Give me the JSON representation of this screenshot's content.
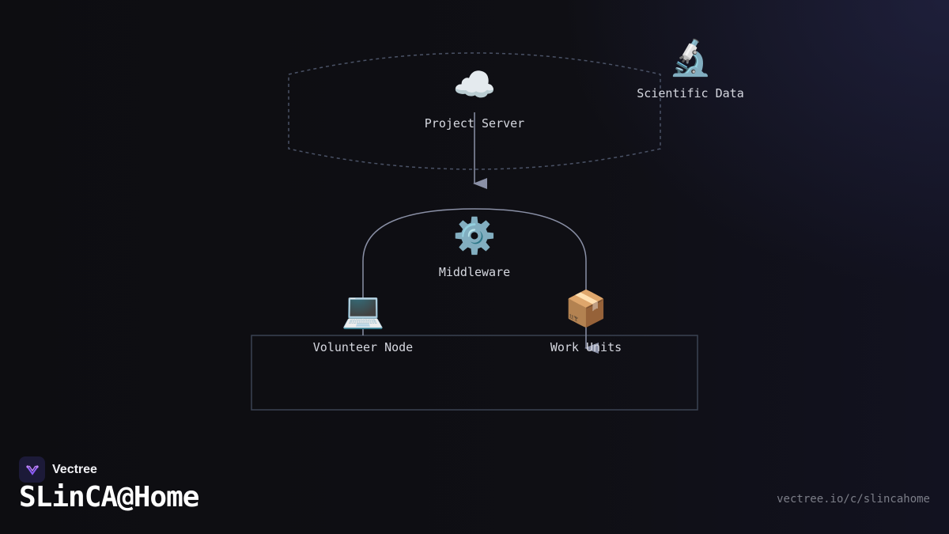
{
  "diagram": {
    "nodes": {
      "project_server": {
        "label": "Project Server",
        "icon": "cloud-icon",
        "glyph": "☁️"
      },
      "scientific_data": {
        "label": "Scientific Data",
        "icon": "microscope-icon",
        "glyph": "🔬"
      },
      "middleware": {
        "label": "Middleware",
        "icon": "gear-icon",
        "glyph": "⚙️"
      },
      "volunteer_node": {
        "label": "Volunteer Node",
        "icon": "laptop-icon",
        "glyph": "💻"
      },
      "work_units": {
        "label": "Work Units",
        "icon": "package-icon",
        "glyph": "📦"
      }
    }
  },
  "footer": {
    "brand": "Vectree",
    "title": "SLinCA@Home",
    "url": "vectree.io/c/slincahome"
  },
  "colors": {
    "background": "#0e0e12",
    "edge": "#8a90a6",
    "dashed_group": "#4a5266",
    "box_border": "#3a4252",
    "label": "#d6d8e0",
    "brand_accent": "#8b5cf6"
  }
}
